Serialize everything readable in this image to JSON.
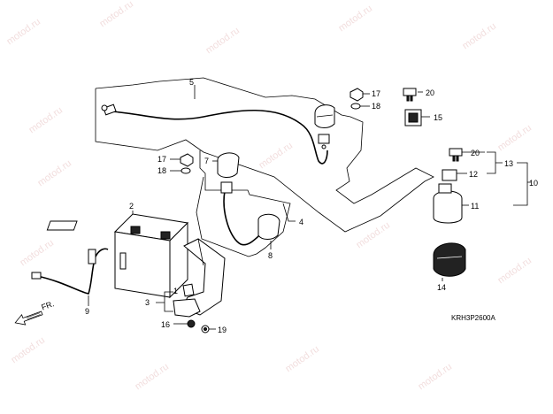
{
  "watermark": "motod.ru",
  "diagram_code": "KRH3P2600A",
  "direction_label": "FR.",
  "callouts": {
    "c1": "1",
    "c2": "2",
    "c3": "3",
    "c4": "4",
    "c5": "5",
    "c7": "7",
    "c8": "8",
    "c9": "9",
    "c10": "10",
    "c11": "11",
    "c12": "12",
    "c13": "13",
    "c14": "14",
    "c15": "15",
    "c16": "16",
    "c17a": "17",
    "c17b": "17",
    "c18a": "18",
    "c18b": "18",
    "c19": "19",
    "c20a": "20",
    "c20b": "20"
  }
}
